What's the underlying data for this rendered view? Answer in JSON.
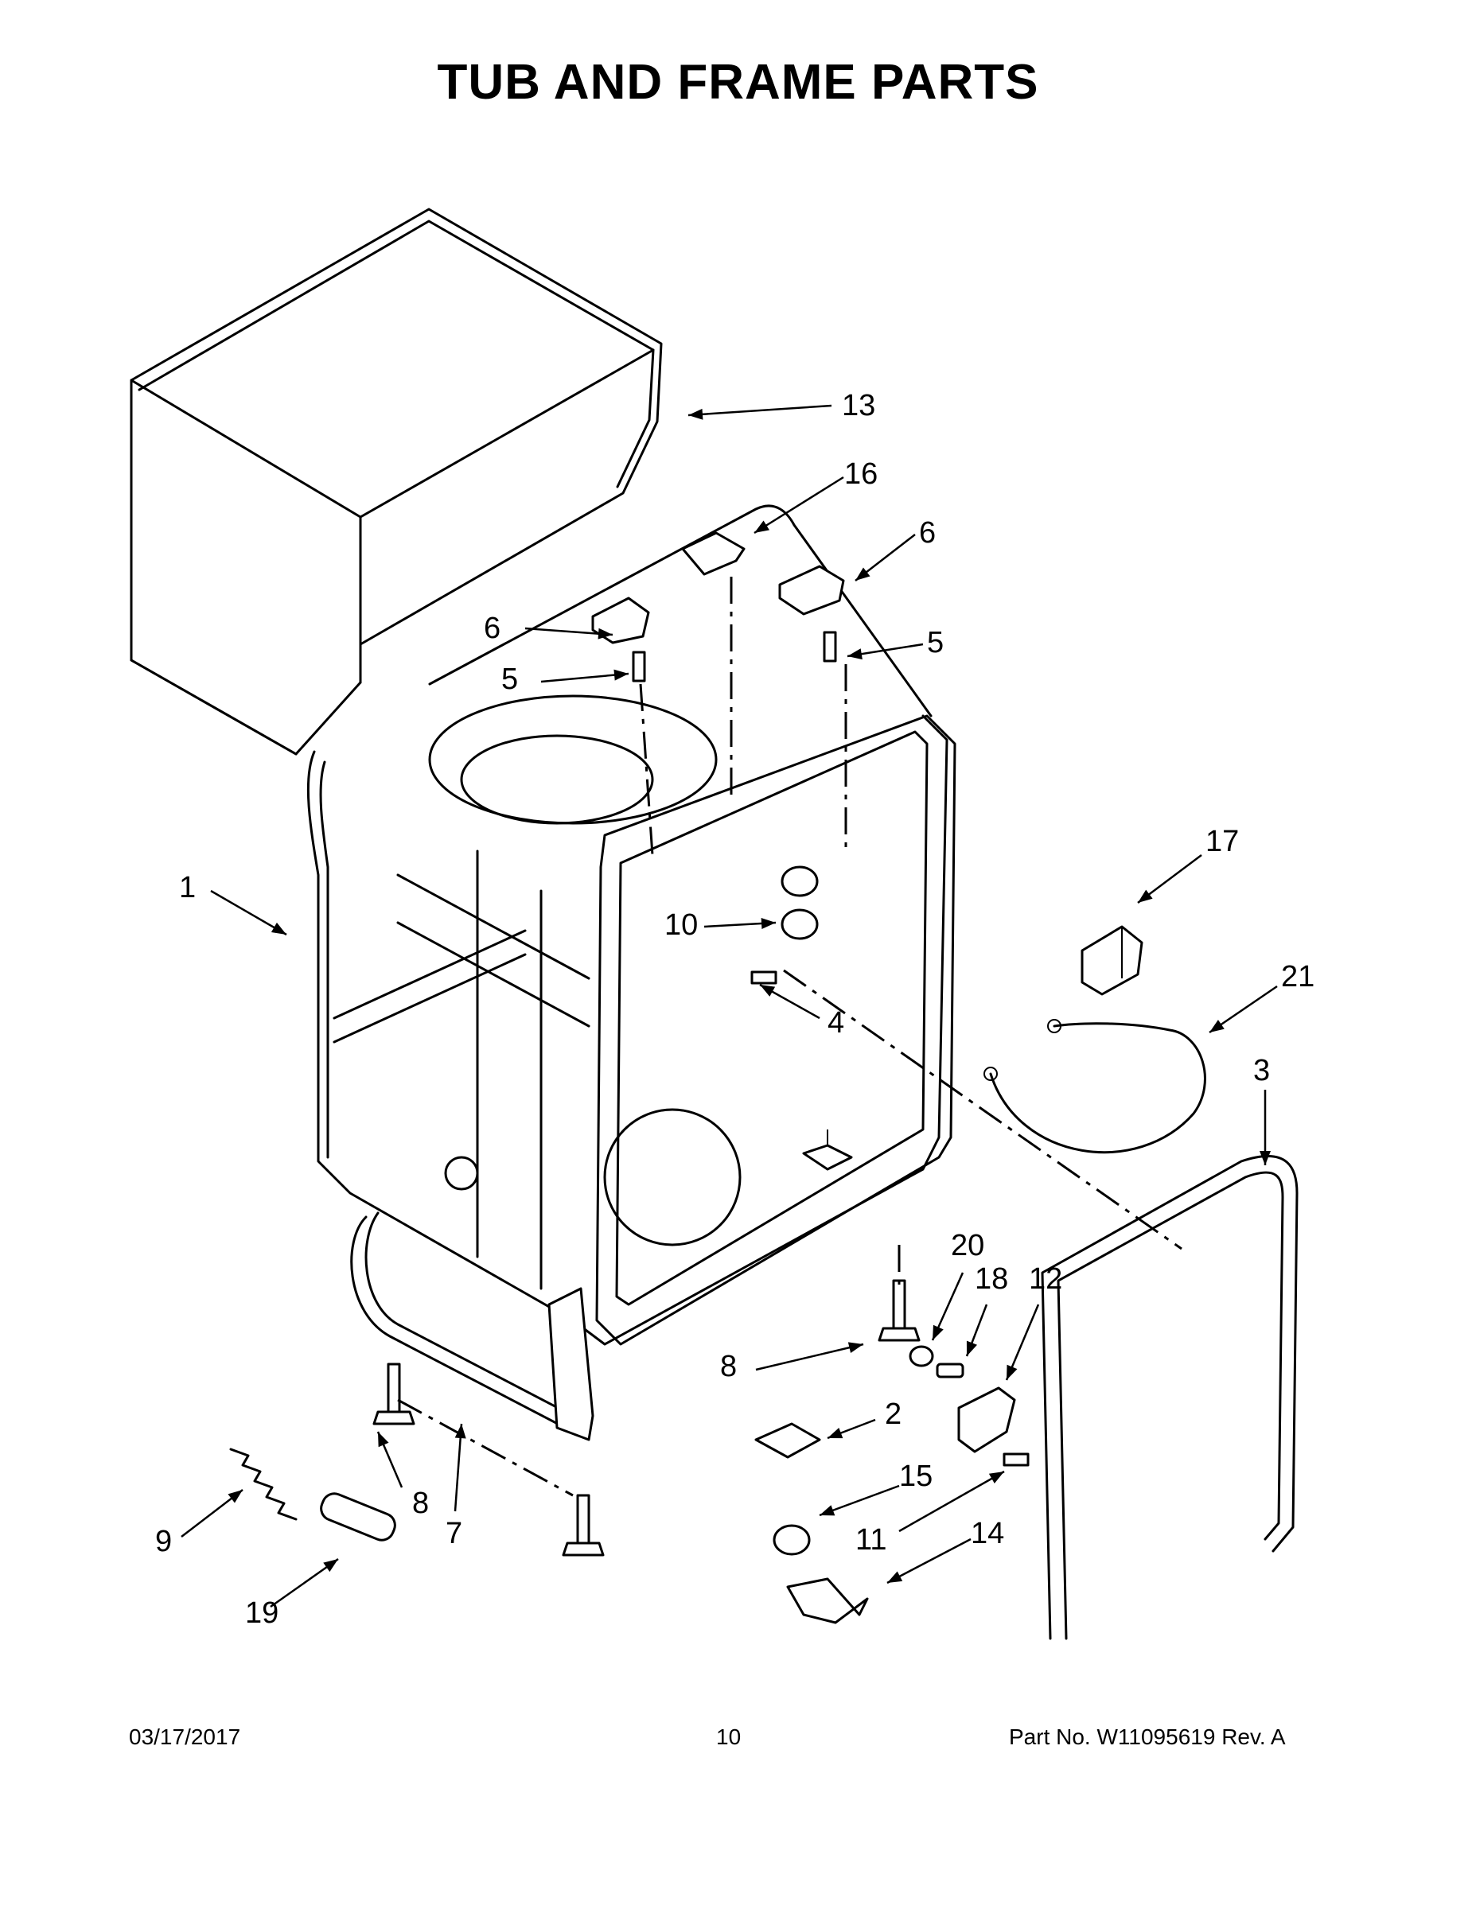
{
  "title": "TUB AND FRAME PARTS",
  "callouts": [
    "13",
    "16",
    "6",
    "6",
    "5",
    "5",
    "17",
    "1",
    "10",
    "4",
    "21",
    "3",
    "20",
    "18",
    "12",
    "8",
    "8",
    "2",
    "15",
    "11",
    "14",
    "9",
    "7",
    "19"
  ],
  "footer": {
    "date": "03/17/2017",
    "page": "10",
    "part": "Part No.  W11095619  Rev.  A"
  }
}
